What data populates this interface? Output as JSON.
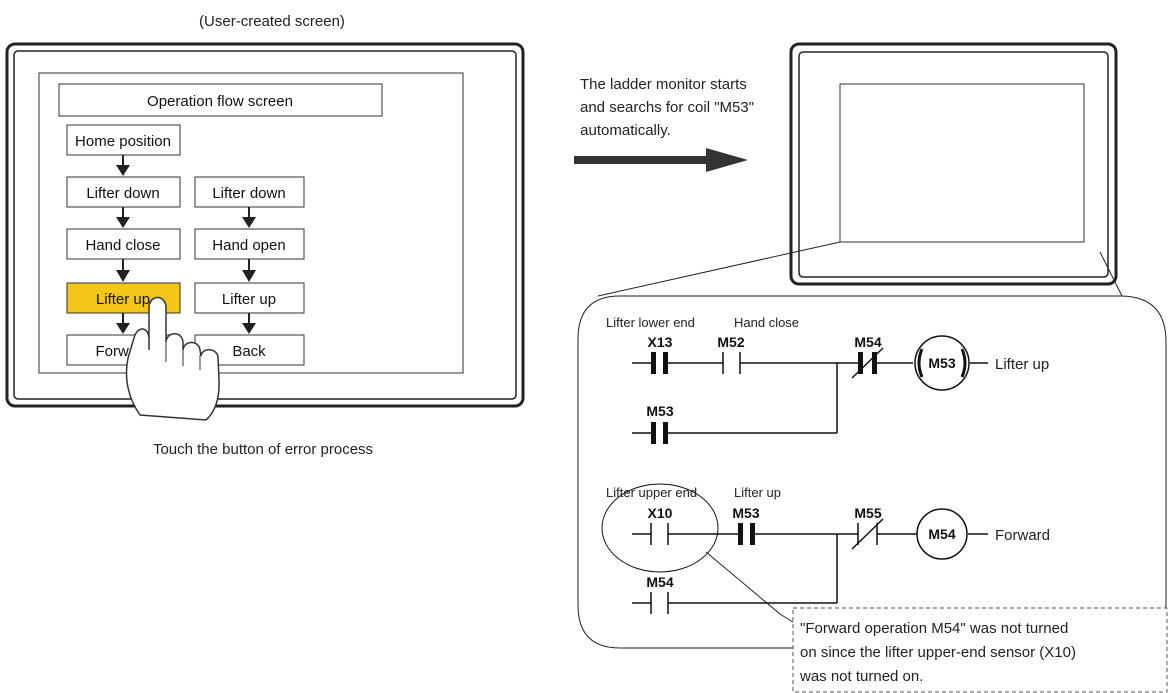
{
  "user_screen": {
    "caption": "(User-created screen)",
    "title": "Operation flow screen",
    "home_button": "Home position",
    "left_column": [
      "Lifter down",
      "Hand close",
      "Lifter up",
      "Forward"
    ],
    "right_column": [
      "Lifter down",
      "Hand open",
      "Lifter up",
      "Back"
    ],
    "highlight_color": "#F5C518",
    "touch_caption": "Touch the button of error process"
  },
  "arrow_note": {
    "lines": [
      "The ladder monitor starts",
      "and searchs for coil \"M53\"",
      " automatically."
    ]
  },
  "ladder": {
    "rung1": {
      "contact1_comment": "Lifter lower end",
      "contact1_device": "X13",
      "contact2_comment": "Hand close",
      "contact2_device": "M52",
      "contact3_device": "M54",
      "parallel_device": "M53",
      "coil_device": "M53",
      "coil_comment": "Lifter up"
    },
    "rung2": {
      "contact1_comment": "Lifter upper end",
      "contact1_device": "X10",
      "contact2_comment": "Lifter up",
      "contact2_device": "M53",
      "contact3_device": "M55",
      "parallel_device": "M54",
      "coil_device": "M54",
      "coil_comment": "Forward"
    }
  },
  "callout": {
    "lines": [
      "\"Forward operation M54\" was not turned",
      "on since the lifter upper-end sensor (X10)",
      "was not turned on."
    ]
  }
}
